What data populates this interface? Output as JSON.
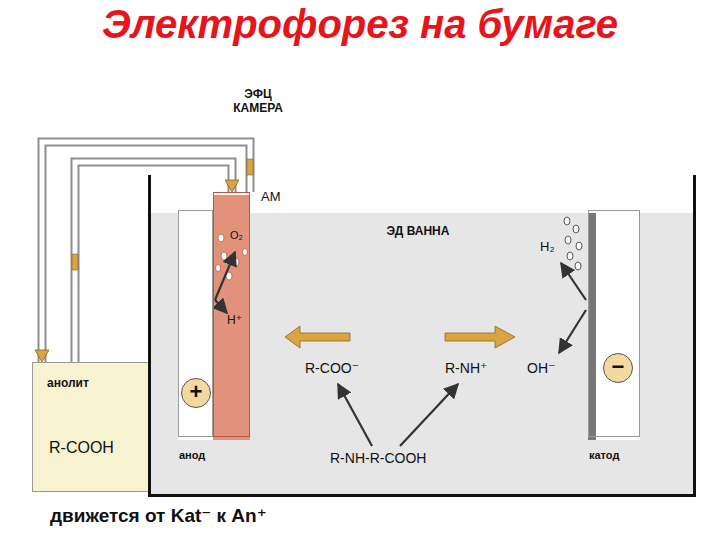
{
  "diagram": {
    "title": "Электрофорез на бумаге",
    "nodes": [
      {
        "text": [
          "анолит",
          "R-COOH"
        ]
      },
      {
        "text": [
          "ЭД ВАННА"
        ]
      },
      {
        "text": [
          "+",
          "анод"
        ],
        "in": 1
      },
      {
        "text": [
          "AM",
          "O₂",
          "H⁺"
        ],
        "in": 1
      },
      {
        "text": [
          "−",
          "катод"
        ],
        "in": 1
      }
    ],
    "edges": [
      {
        "from": 0,
        "to": 3,
        "arrow": "to"
      },
      {
        "from": 3,
        "to": 0,
        "arrow": "to"
      }
    ],
    "labels": [
      "ЭФЦ КАМЕРА",
      "R-COO⁻",
      "R-NH⁺",
      "OH⁻",
      "H₂",
      "R-NH-R-COOH",
      "движется от Kat⁻ к An⁺"
    ]
  }
}
